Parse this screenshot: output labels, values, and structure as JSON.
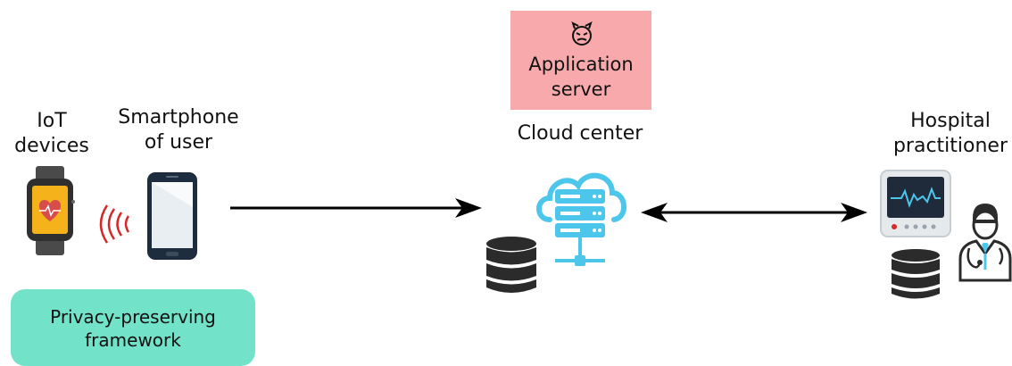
{
  "nodes": {
    "iot": {
      "line1": "IoT",
      "line2": "devices"
    },
    "smartphone": {
      "line1": "Smartphone",
      "line2": "of user"
    },
    "app_server": {
      "line1": "Application",
      "line2": "server"
    },
    "cloud": {
      "label": "Cloud center"
    },
    "hospital": {
      "line1": "Hospital",
      "line2": "practitioner"
    }
  },
  "framework": {
    "line1": "Privacy-preserving",
    "line2": "framework"
  },
  "icons": [
    "smartwatch-icon",
    "wireless-signal-icon",
    "smartphone-icon",
    "devil-face-icon",
    "cloud-server-icon",
    "database-icon",
    "medical-monitor-icon",
    "doctor-icon"
  ],
  "colors": {
    "app_server_bg": "#f8a9ab",
    "framework_bg": "#72e2c8",
    "cloud_blue": "#4dc6ec",
    "signal_red": "#d62828",
    "dark": "#2b2b2b"
  }
}
